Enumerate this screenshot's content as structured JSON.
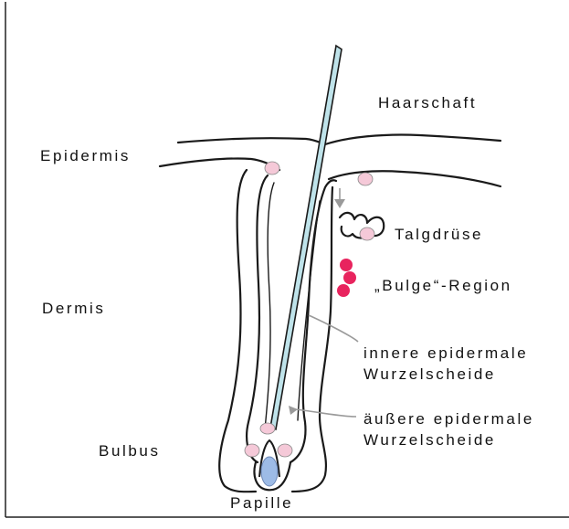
{
  "labels": {
    "haarschaft": "Haarschaft",
    "epidermis": "Epidermis",
    "talgdruese": "Talgdrüse",
    "bulge": "„Bulge“-Region",
    "dermis": "Dermis",
    "innere_line1": "innere epidermale",
    "innere_line2": "Wurzelscheide",
    "aeussere_line1": "äußere epidermale",
    "aeussere_line2": "Wurzelscheide",
    "bulbus": "Bulbus",
    "papille": "Papille"
  },
  "colors": {
    "hair_shaft_fill": "#bfe3ea",
    "pink_cell": "#f5c9d8",
    "magenta_cell": "#e8245e",
    "papilla": "#9dbbe6",
    "border": "#1a1a1a",
    "pointer": "#9a9a9a"
  }
}
